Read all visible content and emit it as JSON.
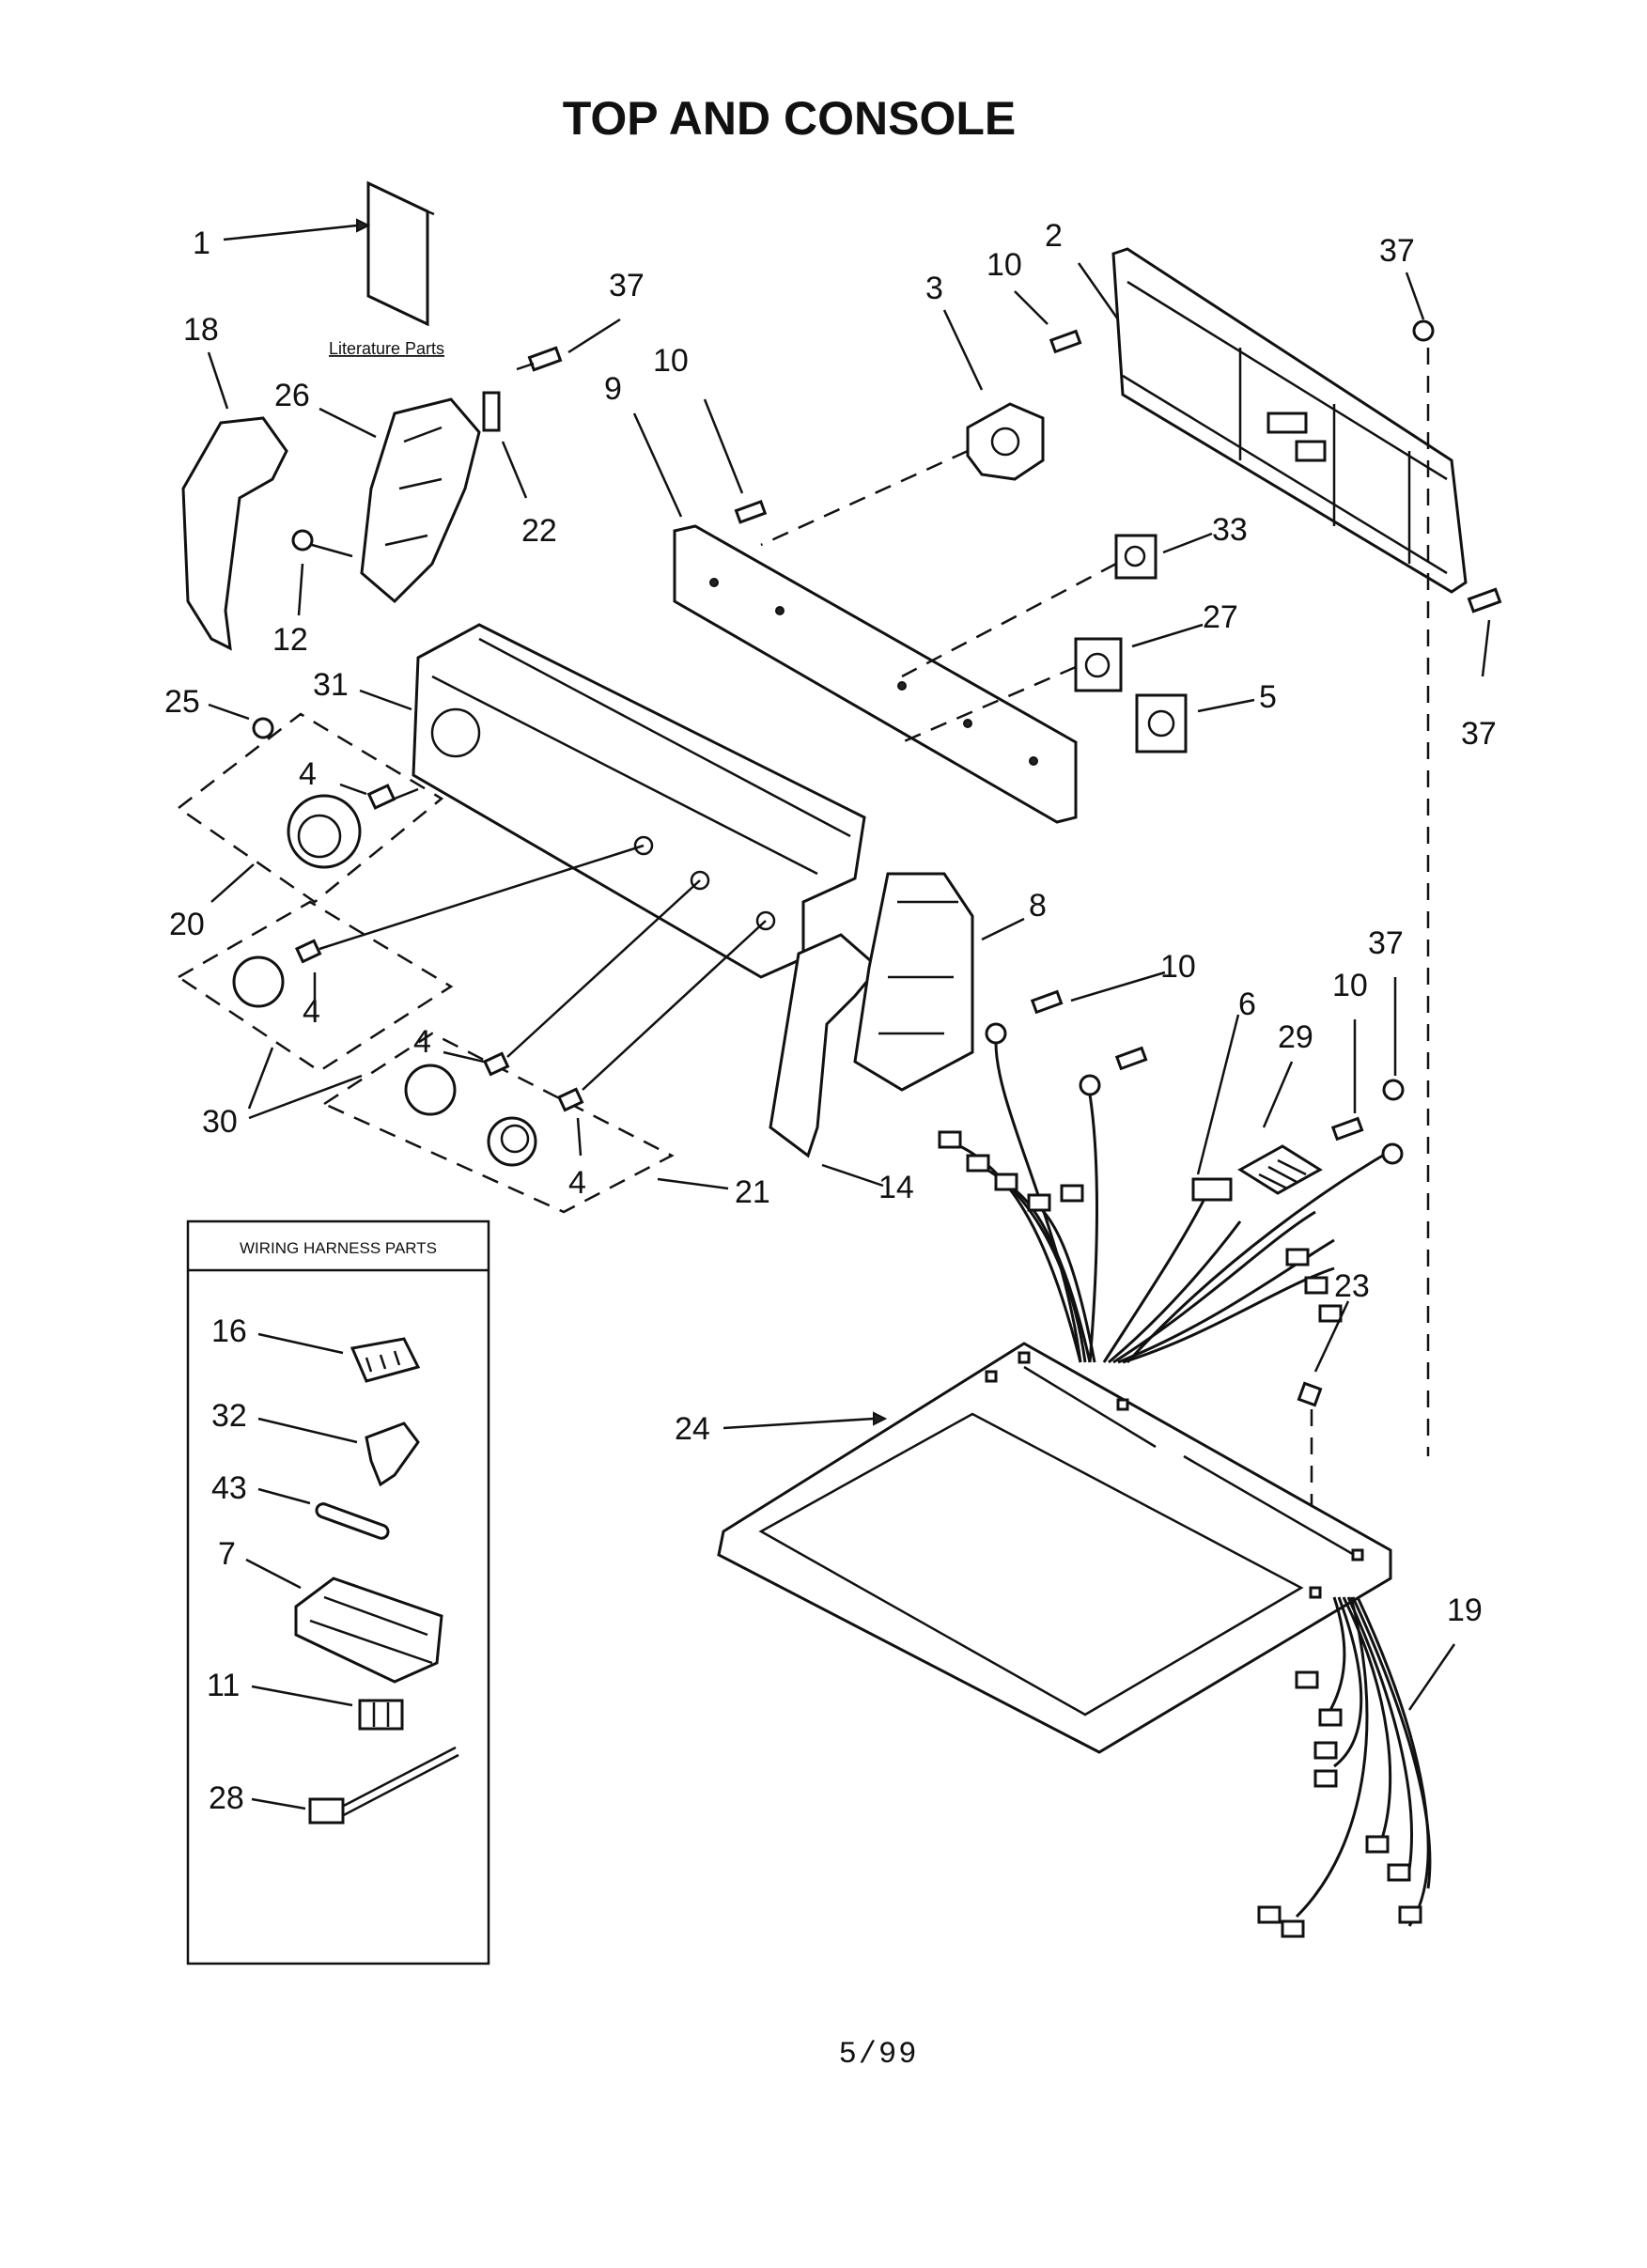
{
  "title": "TOP AND CONSOLE",
  "literature_label": "Literature Parts",
  "wiring_box_title": "WIRING HARNESS PARTS",
  "footer": "5/99",
  "callouts": {
    "c1": "1",
    "c18": "18",
    "c26": "26",
    "c37a": "37",
    "c22": "22",
    "c12": "12",
    "c9": "9",
    "c10a": "10",
    "c3": "3",
    "c10b": "10",
    "c2": "2",
    "c37b": "37",
    "c33": "33",
    "c27": "27",
    "c5": "5",
    "c37c": "37",
    "c31": "31",
    "c25": "25",
    "c4a": "4",
    "c20": "20",
    "c4b": "4",
    "c30": "30",
    "c4c": "4",
    "c4d": "4",
    "c21": "21",
    "c8": "8",
    "c14": "14",
    "c10c": "10",
    "c6": "6",
    "c29": "29",
    "c10d": "10",
    "c37d": "37",
    "c23": "23",
    "c24": "24",
    "c19": "19",
    "c16": "16",
    "c32": "32",
    "c43": "43",
    "c7": "7",
    "c11": "11",
    "c28": "28"
  }
}
